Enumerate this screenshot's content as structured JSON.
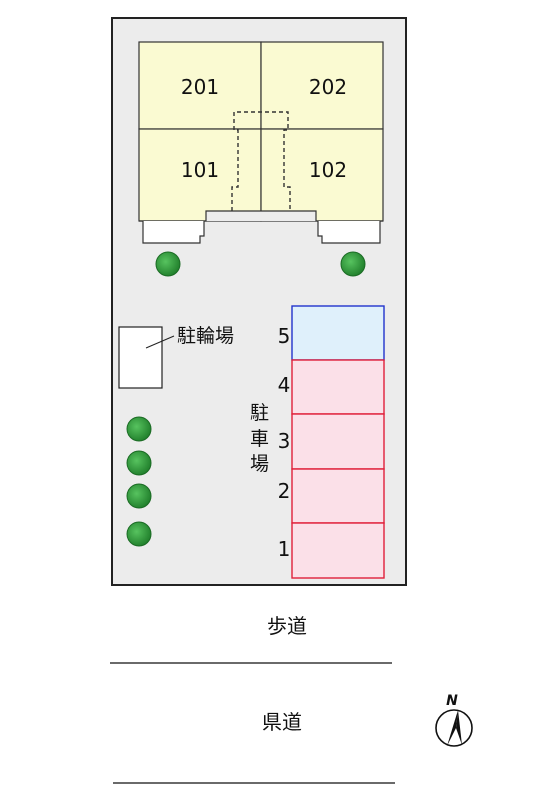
{
  "units": [
    "201",
    "202",
    "101",
    "102"
  ],
  "bicycle_parking": "駐輪場",
  "parking": {
    "label_chars": [
      "駐",
      "車",
      "場"
    ],
    "spaces": [
      {
        "number": "5",
        "color": "#dff0fb",
        "border": "#2233cc"
      },
      {
        "number": "4",
        "color": "#fbe0e8",
        "border": "#e0203a"
      },
      {
        "number": "3",
        "color": "#fbe0e8",
        "border": "#e0203a"
      },
      {
        "number": "2",
        "color": "#fbe0e8",
        "border": "#e0203a"
      },
      {
        "number": "1",
        "color": "#fbe0e8",
        "border": "#e0203a"
      }
    ]
  },
  "sidewalk": "歩道",
  "prefectural_road": "県道",
  "compass": "N",
  "colors": {
    "lot": "#ececec",
    "building": "#fafad2",
    "tree": "#2f9e3a"
  }
}
